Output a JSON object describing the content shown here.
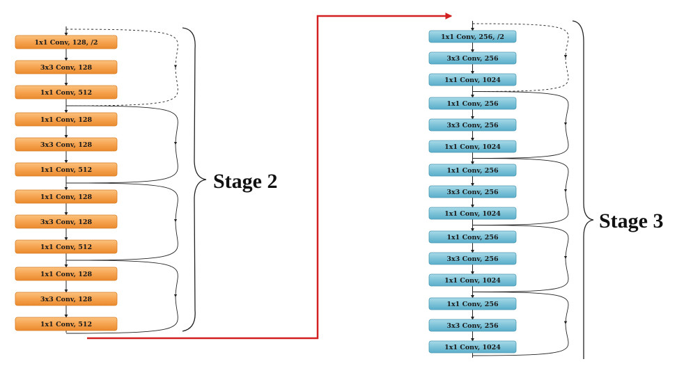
{
  "stage2": {
    "label": "Stage 2",
    "color": "#f6a34f",
    "stroke": "#d97d24",
    "layers": [
      "1x1 Conv, 128, /2",
      "3x3 Conv, 128",
      "1x1 Conv, 512",
      "1x1 Conv, 128",
      "3x3 Conv, 128",
      "1x1 Conv, 512",
      "1x1 Conv, 128",
      "3x3 Conv, 128",
      "1x1 Conv, 512",
      "1x1 Conv, 128",
      "3x3 Conv, 128",
      "1x1 Conv, 512"
    ]
  },
  "stage3": {
    "label": "Stage 3",
    "color": "#7ec3d8",
    "stroke": "#4a98b2",
    "layers": [
      "1x1 Conv, 256, /2",
      "3x3 Conv, 256",
      "1x1 Conv, 1024",
      "1x1 Conv, 256",
      "3x3 Conv, 256",
      "1x1 Conv, 1024",
      "1x1 Conv, 256",
      "3x3 Conv, 256",
      "1x1 Conv, 1024",
      "1x1 Conv, 256",
      "3x3 Conv, 256",
      "1x1 Conv, 1024",
      "1x1 Conv, 256",
      "3x3 Conv, 256",
      "1x1 Conv, 1024"
    ]
  },
  "transition_color": "#d21f1f"
}
